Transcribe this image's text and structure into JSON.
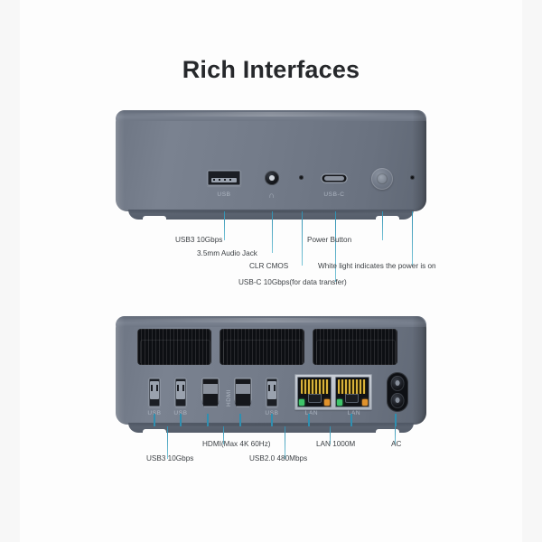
{
  "page": {
    "title": "Rich Interfaces",
    "background": "#f7f7f7",
    "canvas_color": "#fdfdfd",
    "accent_color": "#2f8fb0",
    "body_color": "#737b89",
    "label_color": "#3d4145"
  },
  "front_panel": {
    "port_captions": {
      "usb": "USB",
      "audio": "∩",
      "usbc": "USB-C"
    },
    "callouts": [
      {
        "label": "USB3 10Gbps"
      },
      {
        "label": "3.5mm Audio Jack"
      },
      {
        "label": "CLR CMOS"
      },
      {
        "label": "USB-C 10Gbps(for data transfer)"
      },
      {
        "label": "Power Button"
      },
      {
        "label": "White light indicates the power is on"
      }
    ]
  },
  "rear_panel": {
    "port_captions": {
      "usb1": "USB",
      "usb2": "USB",
      "hdmi": "HDMI",
      "usb3": "USB",
      "lan1": "LAN",
      "lan2": "LAN"
    },
    "callouts": [
      {
        "label": "USB3 10Gbps"
      },
      {
        "label": "HDMI(Max 4K 60Hz)"
      },
      {
        "label": "USB2.0 480Mbps"
      },
      {
        "label": "LAN 1000M"
      },
      {
        "label": "AC"
      }
    ]
  }
}
